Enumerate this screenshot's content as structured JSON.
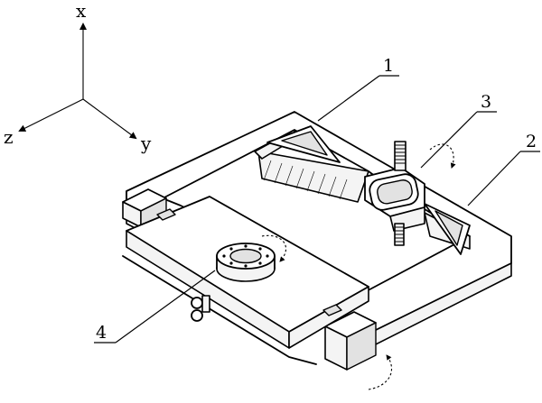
{
  "axes": {
    "x_label": "x",
    "y_label": "y",
    "z_label": "z"
  },
  "callouts": [
    {
      "id": "frame",
      "label": "1"
    },
    {
      "id": "side-bracket",
      "label": "2"
    },
    {
      "id": "clamp",
      "label": "3"
    },
    {
      "id": "platform",
      "label": "4"
    }
  ],
  "colors": {
    "line": "#000000",
    "background": "#ffffff",
    "shade": "#e2e2e2"
  }
}
